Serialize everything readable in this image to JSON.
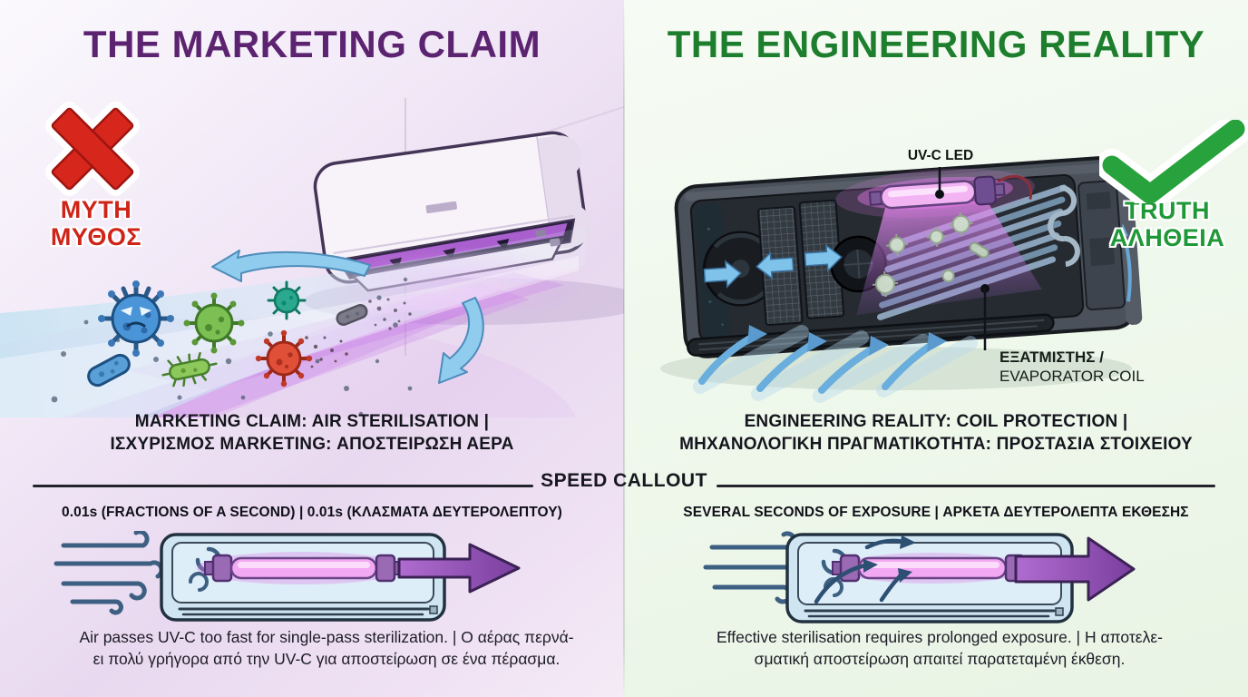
{
  "left_panel": {
    "title": "THE MARKETING CLAIM",
    "verdict": {
      "icon": "cross-icon",
      "label_en": "MYTH",
      "label_el": "ΜΥΘΟΣ"
    },
    "caption": {
      "line1": "MARKETING CLAIM: AIR STERILISATION |",
      "line2": "ΙΣΧΥΡΙΣΜΟΣ MARKETING: ΑΠΟΣΤΕΙΡΩΣΗ ΑΕΡΑ"
    }
  },
  "right_panel": {
    "title": "THE ENGINEERING REALITY",
    "verdict": {
      "icon": "check-icon",
      "label_en": "TRUTH",
      "label_el": "ΑΛΗΘΕΙΑ"
    },
    "labels": {
      "uvc_led": "UV-C LED",
      "evaporator_line1": "ΕΞΑΤΜΙΣΤΗΣ /",
      "evaporator_line2": "EVAPORATOR COIL"
    },
    "caption": {
      "line1": "ENGINEERING REALITY: COIL PROTECTION |",
      "line2": "ΜΗΧΑΝΟΛΟΓΙΚΗ ΠΡΑΓΜΑΤΙΚΟΤΗΤΑ: ΠΡΟΣΤΑΣΙΑ ΣΤΟΙΧΕΙΟΥ"
    }
  },
  "speed_callout": {
    "title": "SPEED CALLOUT",
    "left": {
      "heading": "0.01s (FRACTIONS OF A SECOND) | 0.01s (ΚΛΑΣΜΑΤΑ ΔΕΥΤΕΡΟΛΕΠΤΟΥ)",
      "caption_line1": "Air passes UV-C too fast for single-pass sterilization. | Ο αέρας περνά-",
      "caption_line2": "ει πολύ γρήγορα από την UV-C για αποστείρωση σε ένα πέρασμα."
    },
    "right": {
      "heading": "SEVERAL SECONDS OF EXPOSURE | ΑΡΚΕΤΑ ΔΕΥΤΕΡΟΛΕΠΤΑ ΕΚΘΕΣΗΣ",
      "caption_line1": "Effective sterilisation requires prolonged exposure. | Η αποτελε-",
      "caption_line2": "σματική αποστείρωση απαιτεί παρατεταμένη έκθεση."
    }
  },
  "colors": {
    "left_title": "#5c2470",
    "right_title": "#1d7e2d",
    "myth_red": "#cf2418",
    "truth_green": "#1f9938",
    "uv_glow_pink": "#e07ae8",
    "arrow_purple": "#8a4fae",
    "airflow_blue": "#7fb6e2",
    "caption_dark": "#15151d"
  }
}
